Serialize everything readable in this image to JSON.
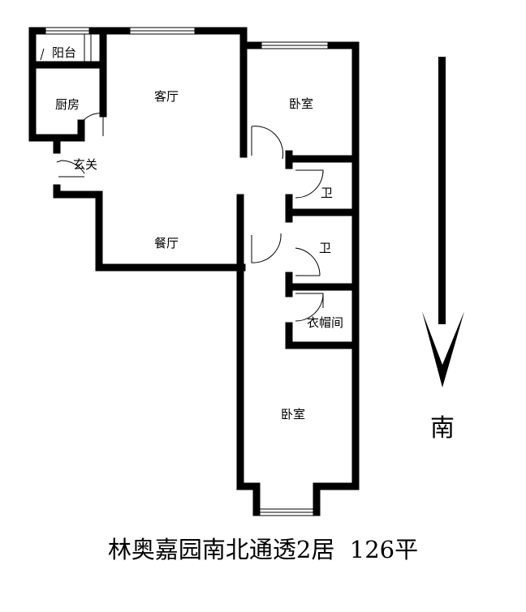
{
  "rooms": {
    "balcony": "阳台",
    "kitchen": "厨房",
    "entrance": "玄关",
    "living_room": "客厅",
    "dining_room": "餐厅",
    "bedroom_north": "卧室",
    "bathroom_1": "卫",
    "bathroom_2": "卫",
    "cloakroom": "衣帽间",
    "bedroom_south": "卧室"
  },
  "compass": {
    "label": "南"
  },
  "caption": {
    "title": "林奥嘉园南北通透2居",
    "area": "126平"
  },
  "colors": {
    "wall": "#000000",
    "background": "#ffffff",
    "window": "#ffffff"
  }
}
